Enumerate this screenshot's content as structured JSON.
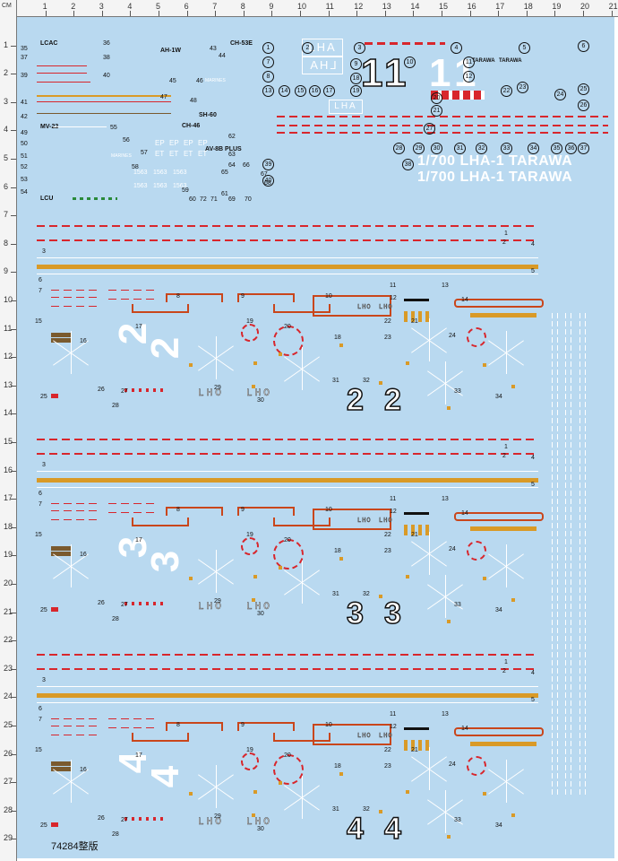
{
  "ruler": {
    "unit": "CM",
    "top_ticks": [
      "1",
      "2",
      "3",
      "4",
      "5",
      "6",
      "7",
      "8",
      "9",
      "10",
      "11",
      "12",
      "13",
      "14",
      "15",
      "16",
      "17",
      "18",
      "19",
      "20",
      "21"
    ],
    "left_ticks": [
      "1",
      "2",
      "3",
      "4",
      "5",
      "6",
      "7",
      "8",
      "9",
      "10",
      "11",
      "12",
      "13",
      "14",
      "15",
      "16",
      "17",
      "18",
      "19",
      "20",
      "21",
      "22",
      "23",
      "24",
      "25",
      "26",
      "27",
      "28",
      "29"
    ]
  },
  "aircraft_labels": {
    "lcac": "LCAC",
    "ah1w": "AH-1W",
    "ch53e": "CH-53E",
    "mv22": "MV-22",
    "sh60": "SH-60",
    "ch46": "CH-46",
    "av8b": "AV-8B PLUS",
    "lcu": "LCU"
  },
  "ship_marks": {
    "lha_box": "LHA",
    "lha_box_flip": "LHA",
    "hull_number_a": "1",
    "hull_number_b": "1",
    "tarawa_small": "TARAWA",
    "code_1563": "1563",
    "marines": "MARINES",
    "ep": "EP",
    "et": "ET"
  },
  "titles": {
    "title_1": "1/700 LHA-1 TARAWA",
    "title_2": "1/700 LHA-1 TARAWA"
  },
  "top_numbers": [
    "35",
    "36",
    "37",
    "38",
    "39",
    "40",
    "41",
    "42",
    "43",
    "44",
    "45",
    "46",
    "47",
    "48",
    "49",
    "50",
    "51",
    "52",
    "53",
    "54",
    "55",
    "56",
    "57",
    "58",
    "59",
    "60",
    "61",
    "62",
    "63",
    "64",
    "65",
    "66",
    "67",
    "68",
    "69",
    "70",
    "71",
    "72"
  ],
  "circled_numbers": [
    "1",
    "2",
    "3",
    "4",
    "5",
    "6",
    "7",
    "8",
    "9",
    "10",
    "11",
    "12",
    "13",
    "14",
    "15",
    "16",
    "17",
    "18",
    "19",
    "20",
    "21",
    "22",
    "23",
    "24",
    "25",
    "26",
    "27",
    "28",
    "29",
    "30",
    "31",
    "32",
    "33",
    "34",
    "35",
    "36",
    "37",
    "38",
    "39",
    "40"
  ],
  "deck_sections": [
    {
      "deck_number": "2",
      "lho_a": "LHO",
      "lho_b": "LHO",
      "item_numbers": [
        "1",
        "2",
        "3",
        "4",
        "5",
        "6",
        "7",
        "8",
        "9",
        "10",
        "11",
        "12",
        "13",
        "14",
        "15",
        "16",
        "17",
        "18",
        "19",
        "20",
        "21",
        "22",
        "23",
        "24",
        "25",
        "26",
        "27",
        "28",
        "29",
        "30",
        "31",
        "32",
        "33",
        "34"
      ]
    },
    {
      "deck_number": "3",
      "lho_a": "LHO",
      "lho_b": "LHO",
      "item_numbers": [
        "1",
        "2",
        "3",
        "4",
        "5",
        "6",
        "7",
        "8",
        "9",
        "10",
        "11",
        "12",
        "13",
        "14",
        "15",
        "16",
        "17",
        "18",
        "19",
        "20",
        "21",
        "22",
        "23",
        "24",
        "25",
        "26",
        "27",
        "28",
        "29",
        "30",
        "31",
        "32",
        "33",
        "34"
      ]
    },
    {
      "deck_number": "4",
      "lho_a": "LHO",
      "lho_b": "LHO",
      "item_numbers": [
        "1",
        "2",
        "3",
        "4",
        "5",
        "6",
        "7",
        "8",
        "9",
        "10",
        "11",
        "12",
        "13",
        "14",
        "15",
        "16",
        "17",
        "18",
        "19",
        "20",
        "21",
        "22",
        "23",
        "24",
        "25",
        "26",
        "27",
        "28",
        "29",
        "30",
        "31",
        "32",
        "33",
        "34"
      ]
    }
  ],
  "footer": {
    "product_code": "74284整版"
  },
  "colors": {
    "paper": "#b9d9f0",
    "red": "#d8262c",
    "orange": "#d99a27",
    "rope": "#c9461b",
    "brown": "#7a5a2e"
  }
}
